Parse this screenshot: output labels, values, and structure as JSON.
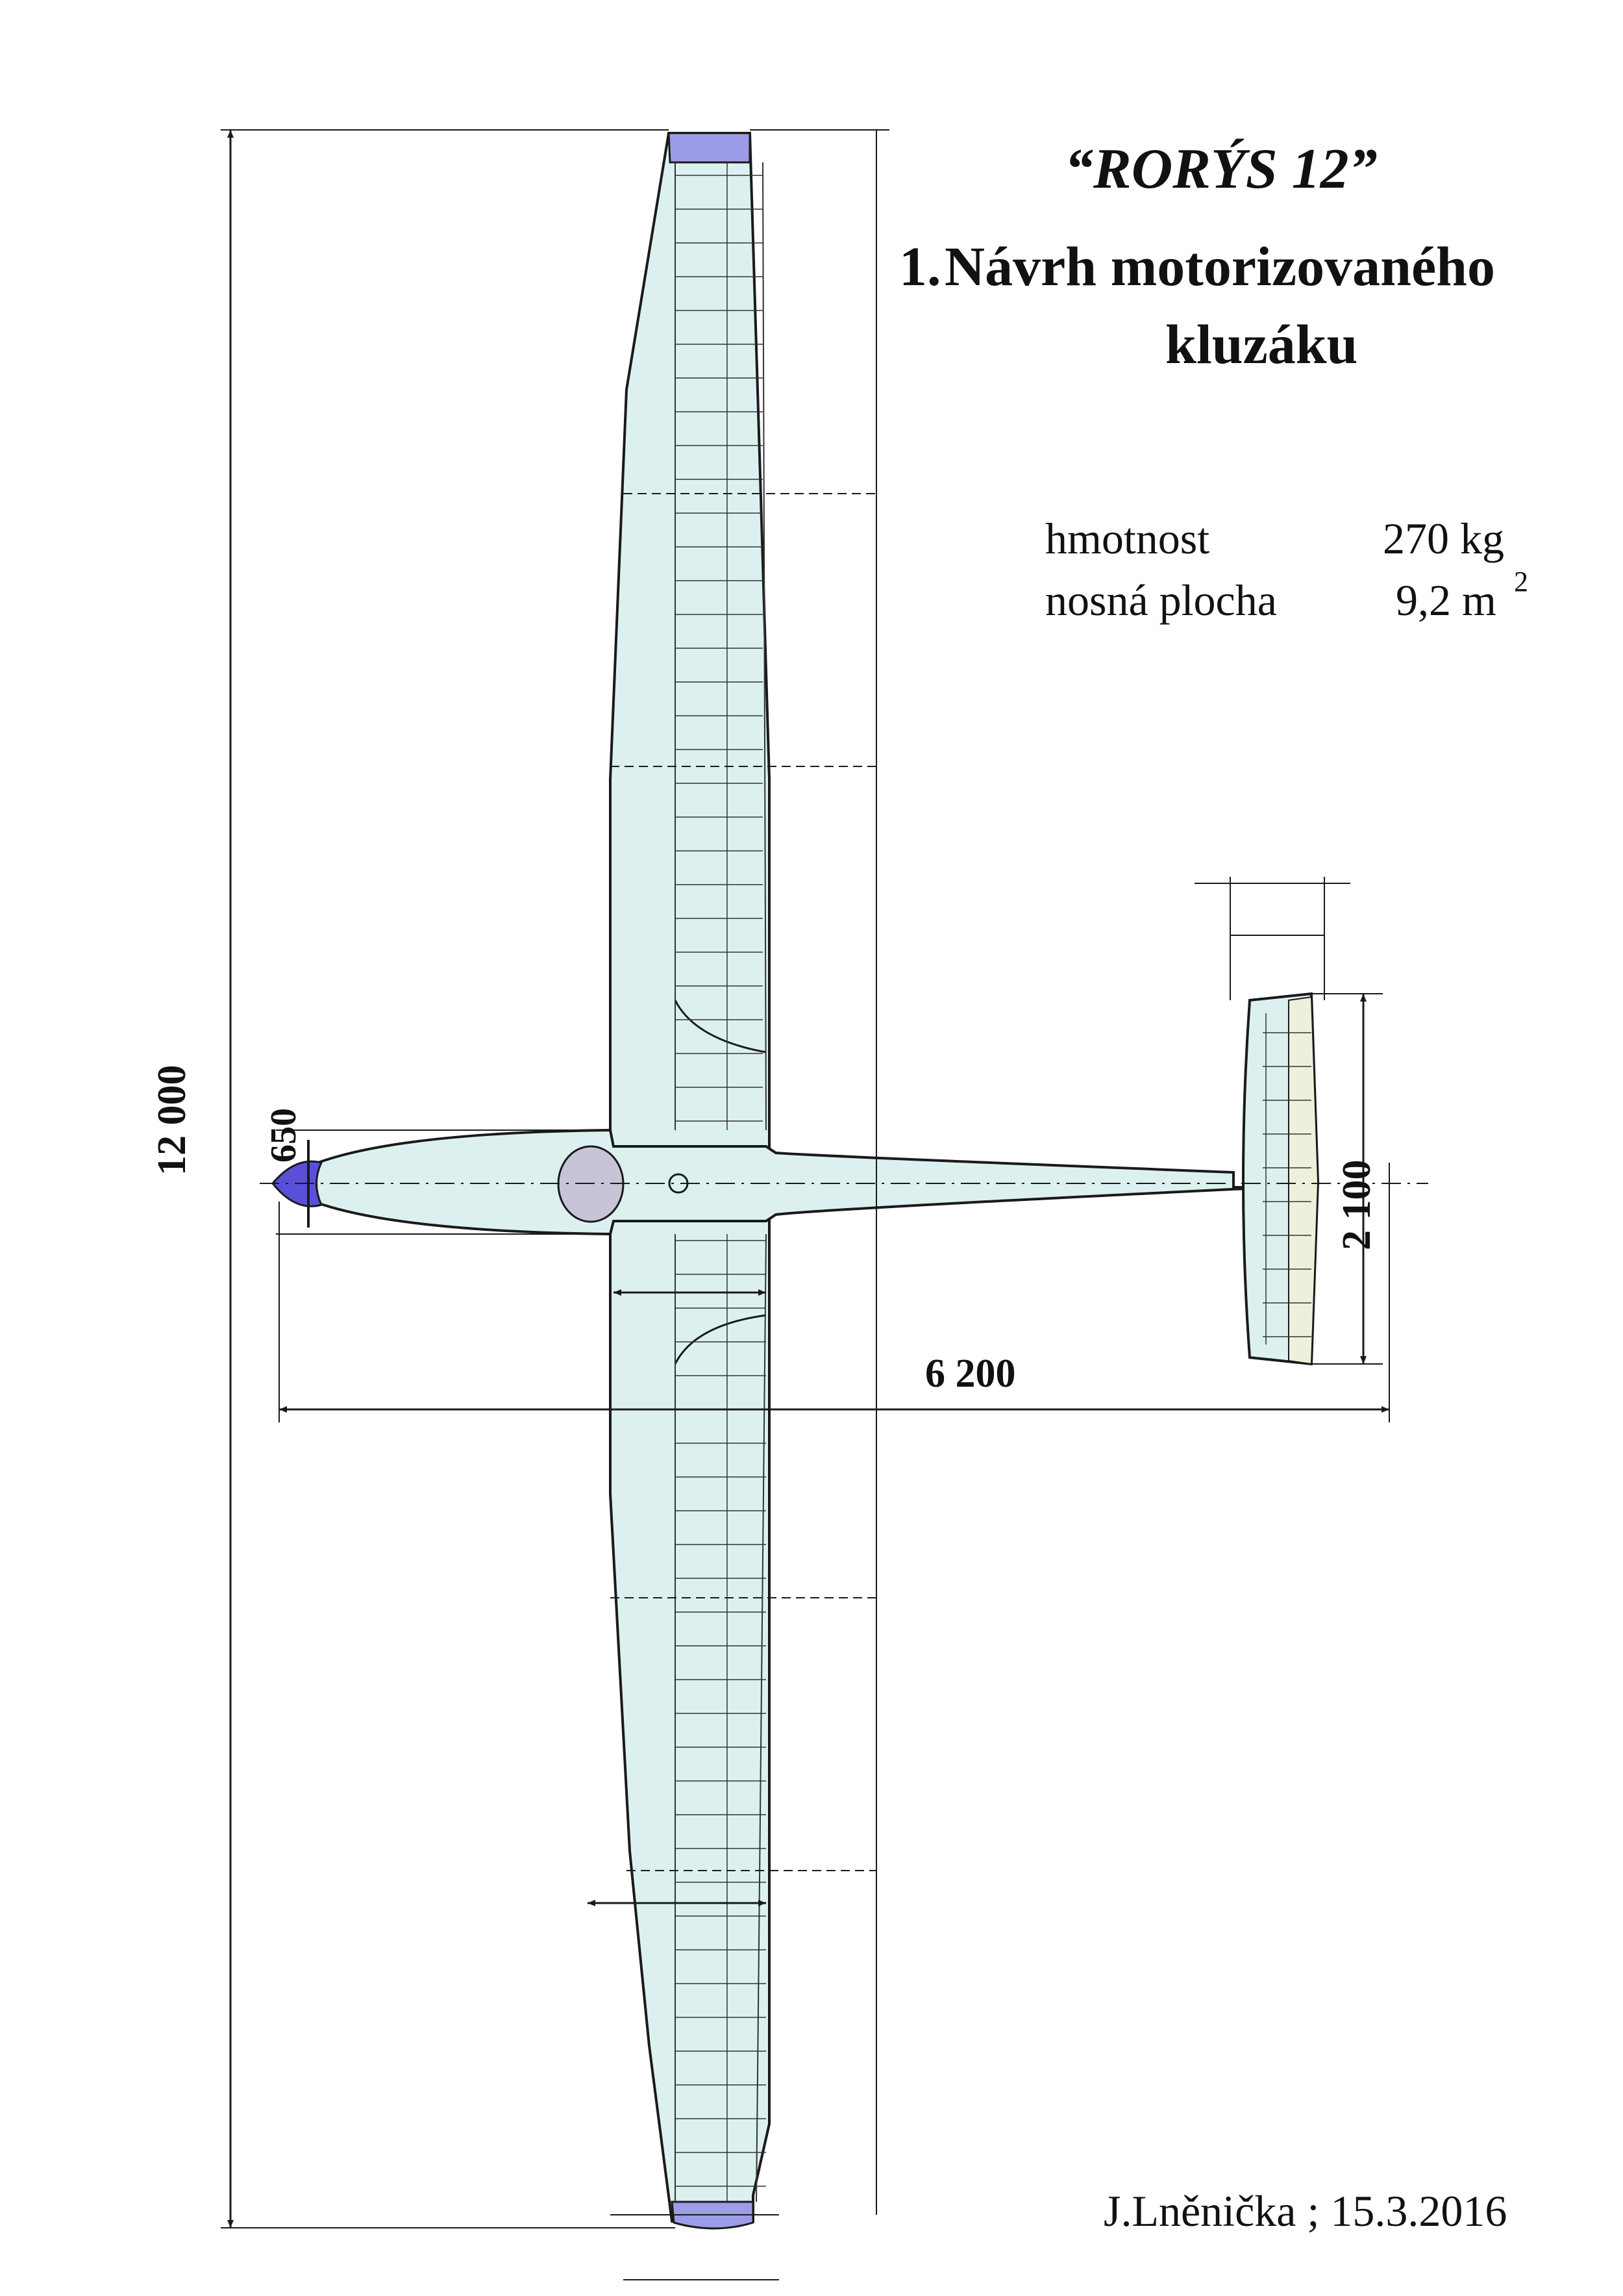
{
  "title": "“RORÝS 12”",
  "subtitle_number": "1.",
  "subtitle_line1": "Návrh motorizovaného",
  "subtitle_line2": "kluzáku",
  "specs": {
    "mass_label": "hmotnost",
    "mass_value": "270 kg",
    "area_label": "nosná plocha",
    "area_value": "9,2 m",
    "area_exponent": "2"
  },
  "dimensions": {
    "wingspan": "12 000",
    "fuselage_width": "650",
    "length": "6 200",
    "tail_span": "2 100"
  },
  "signature": "J.Lněnička ; 15.3.2016",
  "colors": {
    "airframe_fill": "#dcf1ef",
    "wingtip_fill": "#9c9ce8",
    "cockpit_fill": "#c8c4d8",
    "spinner_fill": "#5a4fd8",
    "elevator_fill": "#eef0dc",
    "ink": "#1a1a1a"
  }
}
